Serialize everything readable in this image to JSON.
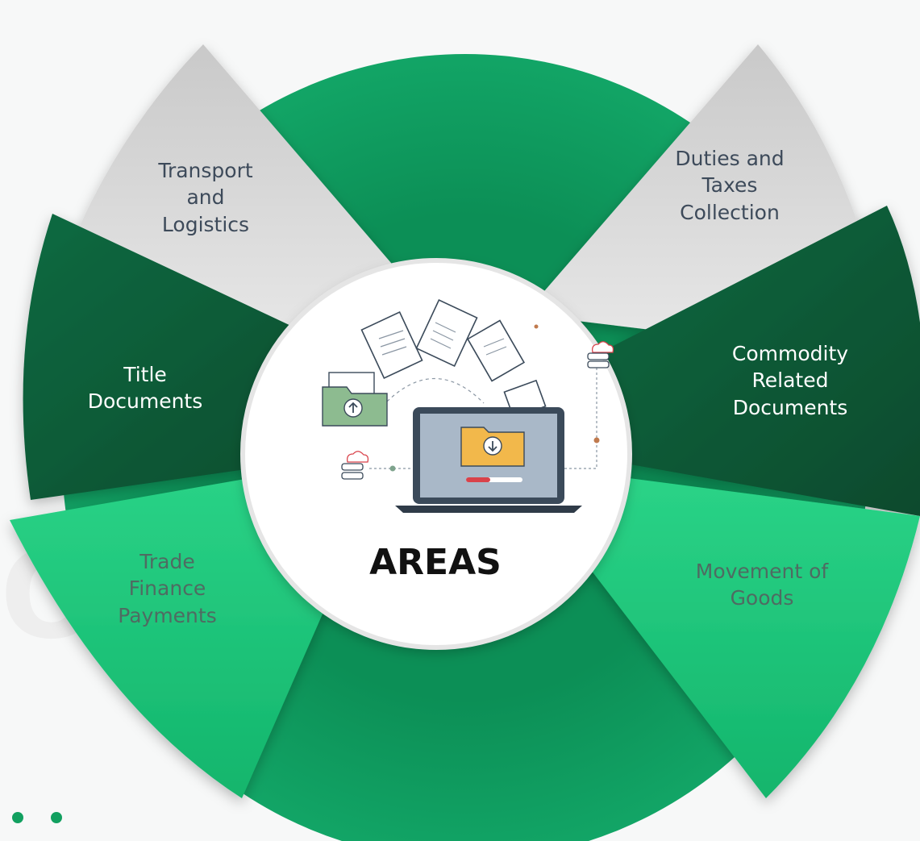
{
  "center": {
    "title": "AREAS",
    "illustration": "document-transfer-laptop-illustration"
  },
  "segments": [
    {
      "label": "Transport\nand\nLogistics",
      "color": "#d9d9d9"
    },
    {
      "label": "Duties and\nTaxes\nCollection",
      "color": "#d9d9d9"
    },
    {
      "label": "Title\nDocuments",
      "color": "#0b5a37"
    },
    {
      "label": "Commodity\nRelated\nDocuments",
      "color": "#0b5a37"
    },
    {
      "label": "Trade\nFinance\nPayments",
      "color": "#23c77b"
    },
    {
      "label": "Movement of\nGoods",
      "color": "#23c77b"
    }
  ],
  "colors": {
    "ring": "#0f9a5f",
    "ring_dark": "#0b5a37",
    "ring_light": "#23c77b",
    "petal_grey": "#d9d9d9",
    "accent_red": "#d9424a",
    "folder_yellow": "#f2b84b"
  },
  "pager": {
    "dots": 2
  }
}
